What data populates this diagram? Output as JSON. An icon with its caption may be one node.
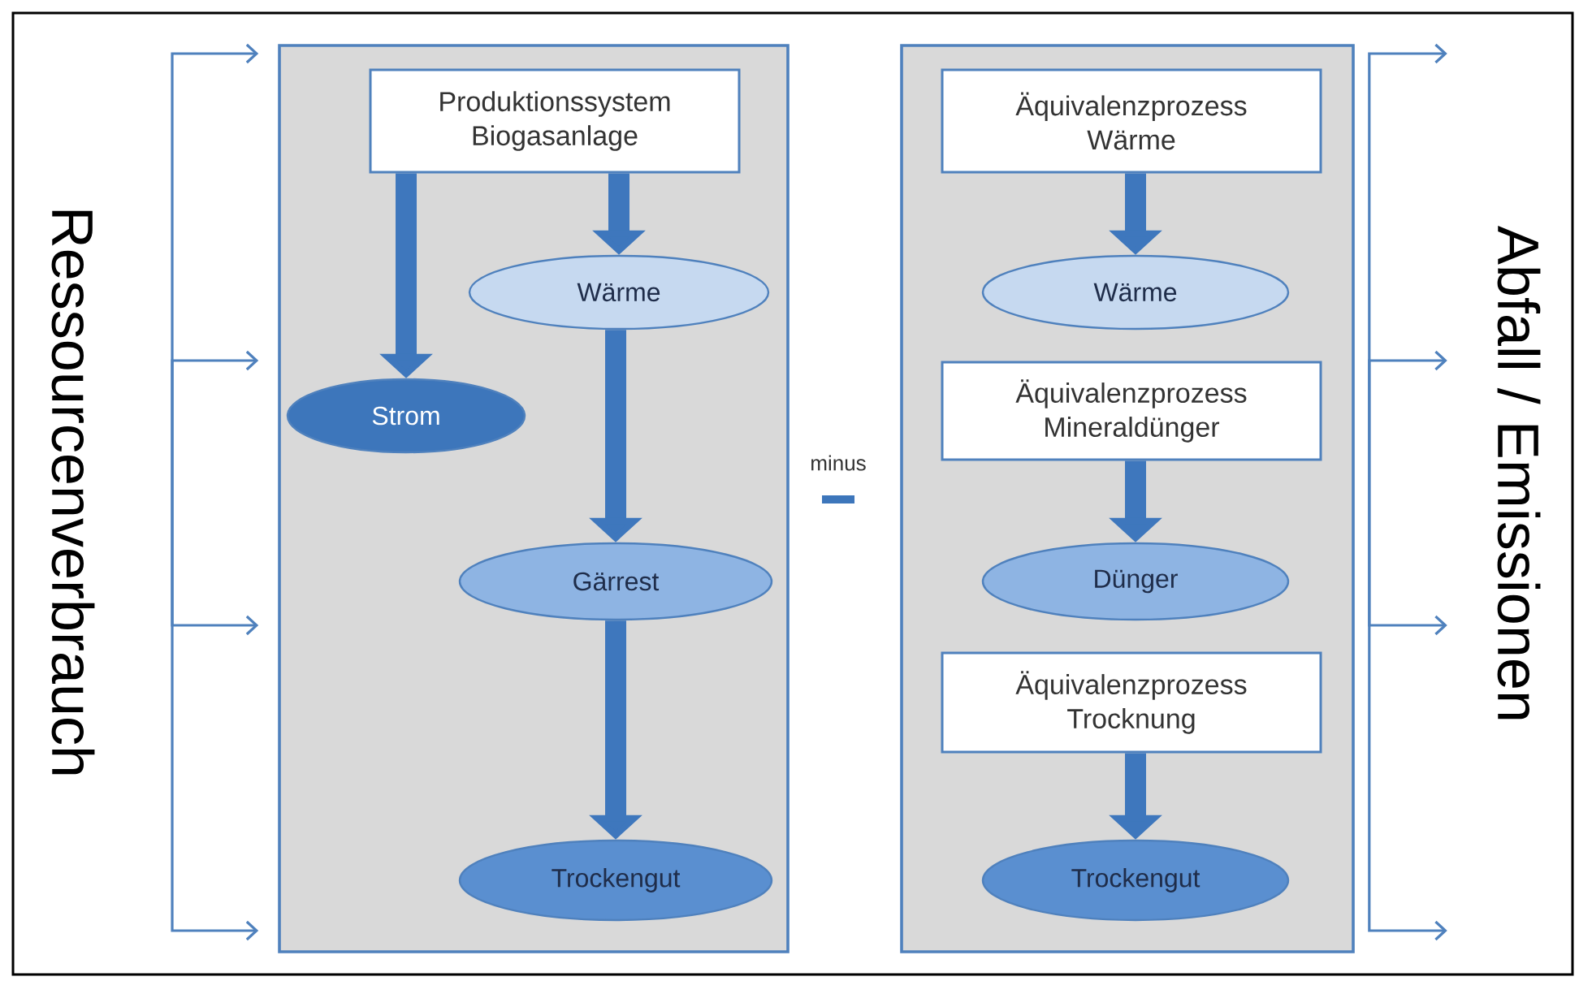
{
  "diagram": {
    "nodes": [
      {
        "text": [],
        "shape": "box"
      },
      {
        "text": [
          "Produktionssystem Biogasanlage"
        ],
        "in": 0
      },
      {
        "text": [
          "Strom"
        ],
        "in": 0
      },
      {
        "text": [
          "Wärme"
        ],
        "in": 0
      },
      {
        "text": [
          "Gärrest"
        ],
        "in": 0
      },
      {
        "text": [
          "Trockengut"
        ],
        "in": 0
      },
      {
        "text": [],
        "shape": "box"
      },
      {
        "text": [
          "Äquivalenzprozess Wärme"
        ],
        "in": 6
      },
      {
        "text": [
          "Wärme"
        ],
        "in": 6
      },
      {
        "text": [
          "Äquivalenzprozess Mineraldünger"
        ],
        "in": 6
      },
      {
        "text": [
          "Dünger"
        ],
        "in": 6
      },
      {
        "text": [
          "Äquivalenzprozess Trocknung"
        ],
        "in": 6
      },
      {
        "text": [
          "Trockengut"
        ],
        "in": 6
      }
    ],
    "edges": [
      {
        "from": null,
        "to": 0,
        "arrow": "to"
      },
      {
        "from": null,
        "to": 0,
        "arrow": "to"
      },
      {
        "from": null,
        "to": 0,
        "arrow": "to"
      },
      {
        "from": null,
        "to": 0,
        "arrow": "to"
      },
      {
        "from": 1,
        "to": 2,
        "arrow": "to",
        "style": "thick"
      },
      {
        "from": 1,
        "to": 3,
        "arrow": "to",
        "style": "thick"
      },
      {
        "from": 3,
        "to": 4,
        "arrow": "to",
        "style": "thick"
      },
      {
        "from": 4,
        "to": 5,
        "arrow": "to",
        "style": "thick"
      },
      {
        "from": 7,
        "to": 8,
        "arrow": "to",
        "style": "thick"
      },
      {
        "from": 9,
        "to": 10,
        "arrow": "to",
        "style": "thick"
      },
      {
        "from": 11,
        "to": 12,
        "arrow": "to",
        "style": "thick"
      },
      {
        "from": 6,
        "to": null,
        "arrow": "to"
      },
      {
        "from": 6,
        "to": null,
        "arrow": "to"
      },
      {
        "from": 6,
        "to": null,
        "arrow": "to"
      },
      {
        "from": 6,
        "to": null,
        "arrow": "to"
      }
    ],
    "labels": [
      "Ressourcenverbrauch",
      "minus",
      "Abfall / Emissionen"
    ]
  }
}
